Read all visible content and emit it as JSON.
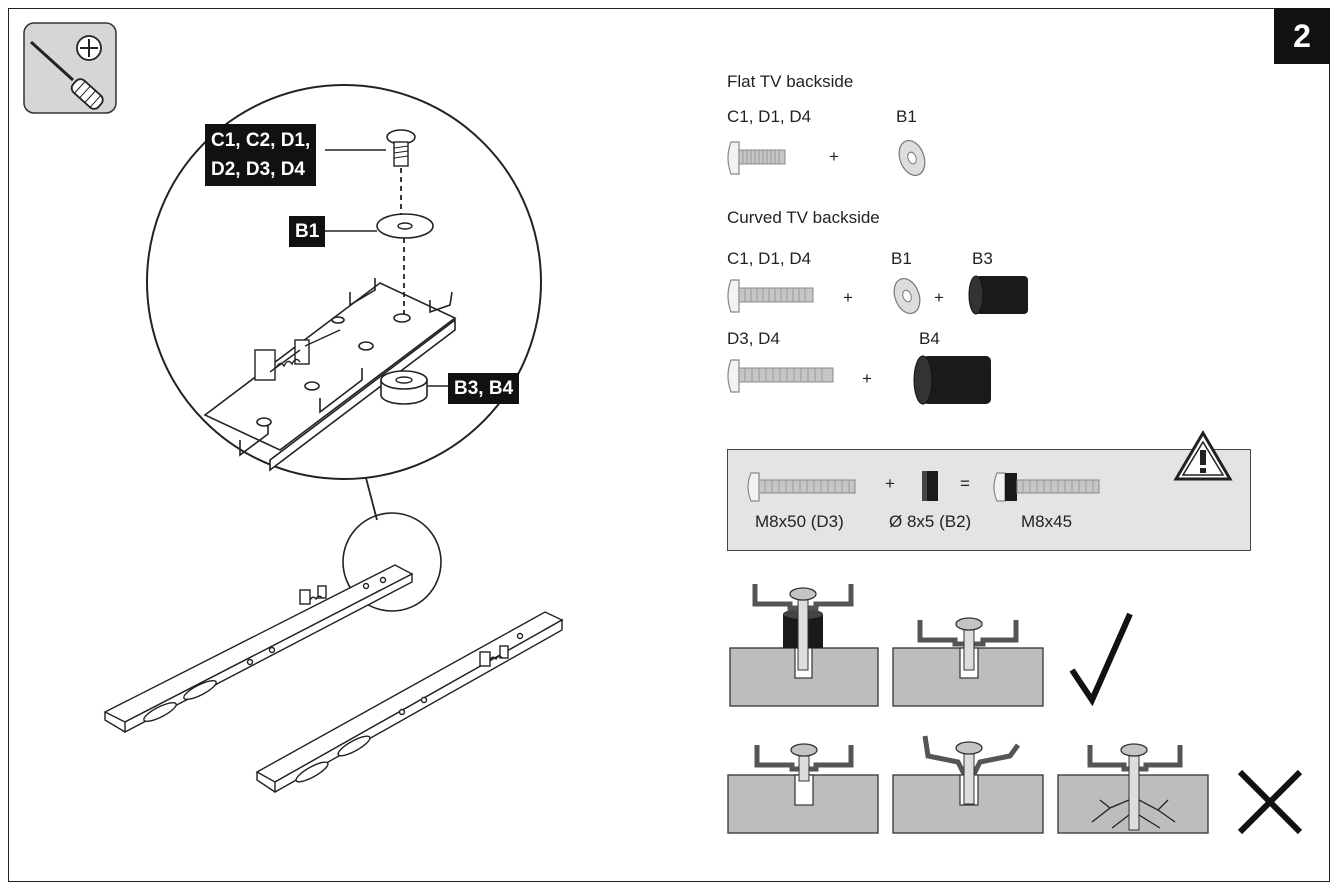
{
  "step": {
    "number": "2"
  },
  "tool": {
    "icon": "phillips-screwdriver-icon"
  },
  "callouts": {
    "screw_line1": "C1, C2, D1,",
    "screw_line2": "D2, D3, D4",
    "washer": "B1",
    "spacer": "B3, B4"
  },
  "flat": {
    "heading": "Flat TV backside",
    "screw_label": "C1, D1, D4",
    "washer_label": "B1",
    "plus": "+"
  },
  "curved": {
    "heading": "Curved TV backside",
    "row1_screw_label": "C1, D1, D4",
    "row1_washer_label": "B1",
    "row1_spacer_label": "B3",
    "row2_screw_label": "D3, D4",
    "row2_spacer_label": "B4",
    "plus": "+"
  },
  "warning": {
    "icon": "warning-triangle-icon",
    "plus": "+",
    "equals": "=",
    "screw_label": "M8x50 (D3)",
    "spacer_label": "Ø 8x5 (B2)",
    "result_label": "M8x45"
  },
  "results": {
    "correct_icon": "checkmark-icon",
    "wrong_icon": "cross-icon"
  }
}
